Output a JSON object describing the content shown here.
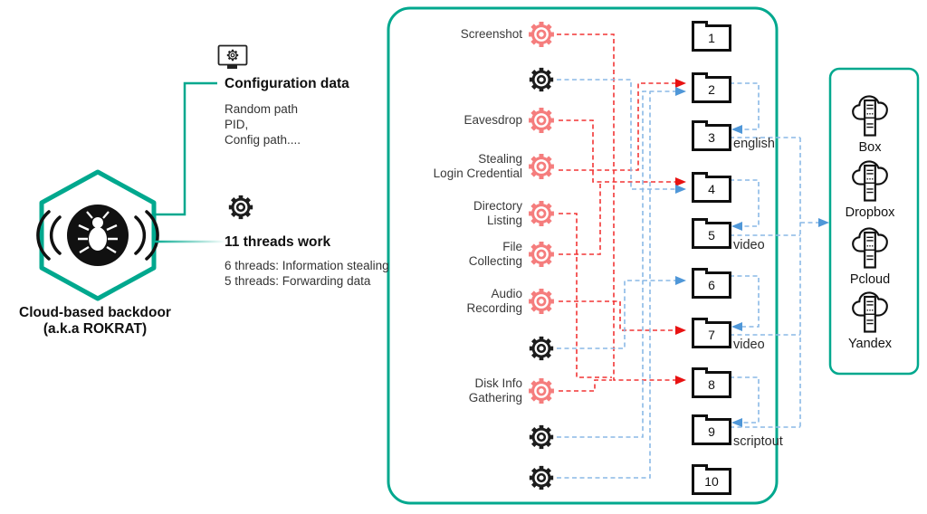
{
  "backdoor": {
    "title_line1": "Cloud-based backdoor",
    "title_line2": "(a.k.a ROKRAT)"
  },
  "config": {
    "title": "Configuration data",
    "lines": [
      "Random path",
      "PID,",
      "Config path...."
    ]
  },
  "threads_info": {
    "title": "11 threads work",
    "lines": [
      "6 threads: Information stealing",
      "5 threads: Forwarding data"
    ]
  },
  "threads": [
    {
      "label": "Screenshot",
      "type": "stealing"
    },
    {
      "label": "",
      "type": "forwarding"
    },
    {
      "label": "Eavesdrop",
      "type": "stealing"
    },
    {
      "label": "Stealing\nLogin Credential",
      "type": "stealing"
    },
    {
      "label": "Directory\nListing",
      "type": "stealing"
    },
    {
      "label": "File\nCollecting",
      "type": "stealing"
    },
    {
      "label": "Audio\nRecording",
      "type": "stealing"
    },
    {
      "label": "",
      "type": "forwarding"
    },
    {
      "label": "Disk Info\nGathering",
      "type": "stealing"
    },
    {
      "label": "",
      "type": "forwarding"
    },
    {
      "label": "",
      "type": "forwarding"
    }
  ],
  "folders": [
    {
      "number": "1",
      "label": ""
    },
    {
      "number": "2",
      "label": ""
    },
    {
      "number": "3",
      "label": "english"
    },
    {
      "number": "4",
      "label": ""
    },
    {
      "number": "5",
      "label": "video"
    },
    {
      "number": "6",
      "label": ""
    },
    {
      "number": "7",
      "label": "video"
    },
    {
      "number": "8",
      "label": ""
    },
    {
      "number": "9",
      "label": "scriptout"
    },
    {
      "number": "10",
      "label": ""
    }
  ],
  "clouds": [
    {
      "label": "Box"
    },
    {
      "label": "Dropbox"
    },
    {
      "label": "Pcloud"
    },
    {
      "label": "Yandex"
    }
  ],
  "colors": {
    "teal": "#00a88e",
    "red_line": "#f23535",
    "red_gear": "#f57d7d",
    "blue_line": "#8ab9e6",
    "blue_arrow": "#4f97d8",
    "black": "#1a1a1a"
  },
  "connections": [
    {
      "from": "Screenshot",
      "to": "folder 8",
      "color": "red"
    },
    {
      "from": "Eavesdrop",
      "to": "folder 4",
      "color": "red"
    },
    {
      "from": "Stealing Login Credential",
      "to": "folder 2",
      "color": "red"
    },
    {
      "from": "Directory Listing",
      "to": "folder 8",
      "color": "red"
    },
    {
      "from": "File Collecting",
      "to": "folder 4",
      "color": "red"
    },
    {
      "from": "Audio Recording",
      "to": "folder 7",
      "color": "red"
    },
    {
      "from": "Disk Info Gathering",
      "to": "folder 8",
      "color": "red"
    },
    {
      "from": "forwarding thread 2",
      "to": "folder 4",
      "color": "blue"
    },
    {
      "from": "forwarding thread 8",
      "to": "folder 6",
      "color": "blue"
    },
    {
      "from": "forwarding thread 10",
      "to": "folder 2",
      "color": "blue"
    },
    {
      "from": "forwarding thread 11",
      "to": "folder 2",
      "color": "blue"
    },
    {
      "from": "folder 2",
      "to": "folder 3",
      "color": "blue"
    },
    {
      "from": "folder 4",
      "to": "folder 5",
      "color": "blue"
    },
    {
      "from": "folder 6",
      "to": "folder 7",
      "color": "blue"
    },
    {
      "from": "folder 8",
      "to": "folder 9",
      "color": "blue"
    },
    {
      "from": "folders 3,5,7,9",
      "to": "cloud storage services",
      "color": "blue"
    }
  ]
}
